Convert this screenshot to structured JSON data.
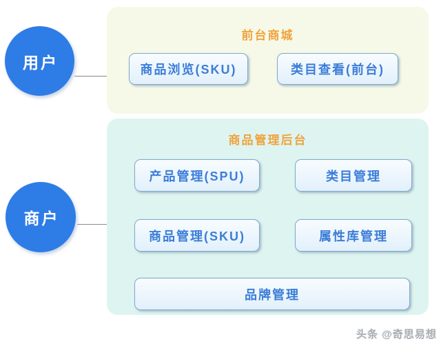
{
  "actors": [
    {
      "label": "用户"
    },
    {
      "label": "商户"
    }
  ],
  "panels": [
    {
      "title": "前台商城",
      "buttons": [
        "商品浏览(SKU)",
        "类目查看(前台)"
      ]
    },
    {
      "title": "商品管理后台",
      "buttons": [
        "产品管理(SPU)",
        "类目管理",
        "商品管理(SKU)",
        "属性库管理",
        "品牌管理"
      ]
    }
  ],
  "watermark": "头条 @奇思易想",
  "colors": {
    "actor_blue": "#2e7ce6",
    "panel_top_bg": "#f6f9e7",
    "panel_bottom_bg": "#def4f0",
    "title_orange": "#f0a33c",
    "button_border": "#7fa8cd",
    "button_text": "#3b7dd8",
    "arrow_gray": "#8a8a8a",
    "watermark_gray": "#a9aeb4"
  }
}
